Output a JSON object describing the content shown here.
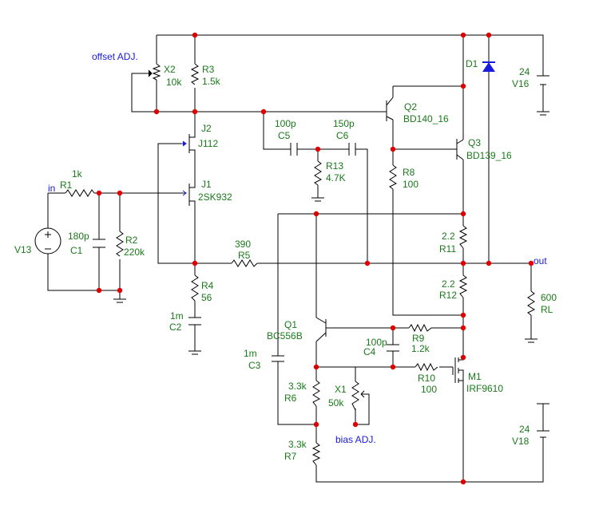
{
  "annotations": {
    "offset_adj": "offset ADJ.",
    "bias_adj": "bias ADJ.",
    "in": "in",
    "out": "out"
  },
  "components": {
    "X2": {
      "ref": "X2",
      "value": "10k"
    },
    "R3": {
      "ref": "R3",
      "value": "1.5k"
    },
    "J2": {
      "ref": "J2",
      "value": "J112"
    },
    "J1": {
      "ref": "J1",
      "value": "2SK932"
    },
    "R1": {
      "ref": "R1",
      "value": "1k"
    },
    "V13": {
      "ref": "V13"
    },
    "C1": {
      "ref": "C1",
      "value": "180p"
    },
    "R2": {
      "ref": "R2",
      "value": "220k"
    },
    "R4": {
      "ref": "R4",
      "value": "56"
    },
    "C2": {
      "ref": "C2",
      "value": "1m"
    },
    "R5": {
      "ref": "R5",
      "value": "390"
    },
    "C5": {
      "ref": "C5",
      "value": "100p"
    },
    "C6": {
      "ref": "C6",
      "value": "150p"
    },
    "R13": {
      "ref": "R13",
      "value": "4.7K"
    },
    "Q2": {
      "ref": "Q2",
      "value": "BD140_16"
    },
    "Q3": {
      "ref": "Q3",
      "value": "BD139_16"
    },
    "R8": {
      "ref": "R8",
      "value": "100"
    },
    "D1": {
      "ref": "D1"
    },
    "V16": {
      "ref": "V16",
      "value": "24"
    },
    "R11": {
      "ref": "R11",
      "value": "2.2"
    },
    "R12": {
      "ref": "R12",
      "value": "2.2"
    },
    "RL": {
      "ref": "RL",
      "value": "600"
    },
    "Q1": {
      "ref": "Q1",
      "value": "BC556B"
    },
    "C3": {
      "ref": "C3",
      "value": "1m"
    },
    "C4": {
      "ref": "C4",
      "value": "100p"
    },
    "R9": {
      "ref": "R9",
      "value": "1.2k"
    },
    "R10": {
      "ref": "R10",
      "value": "100"
    },
    "M1": {
      "ref": "M1",
      "value": "IRF9610"
    },
    "R6": {
      "ref": "R6",
      "value": "3.3k"
    },
    "X1": {
      "ref": "X1",
      "value": "50k"
    },
    "R7": {
      "ref": "R7",
      "value": "3.3k"
    },
    "V18": {
      "ref": "V18",
      "value": "24"
    }
  }
}
